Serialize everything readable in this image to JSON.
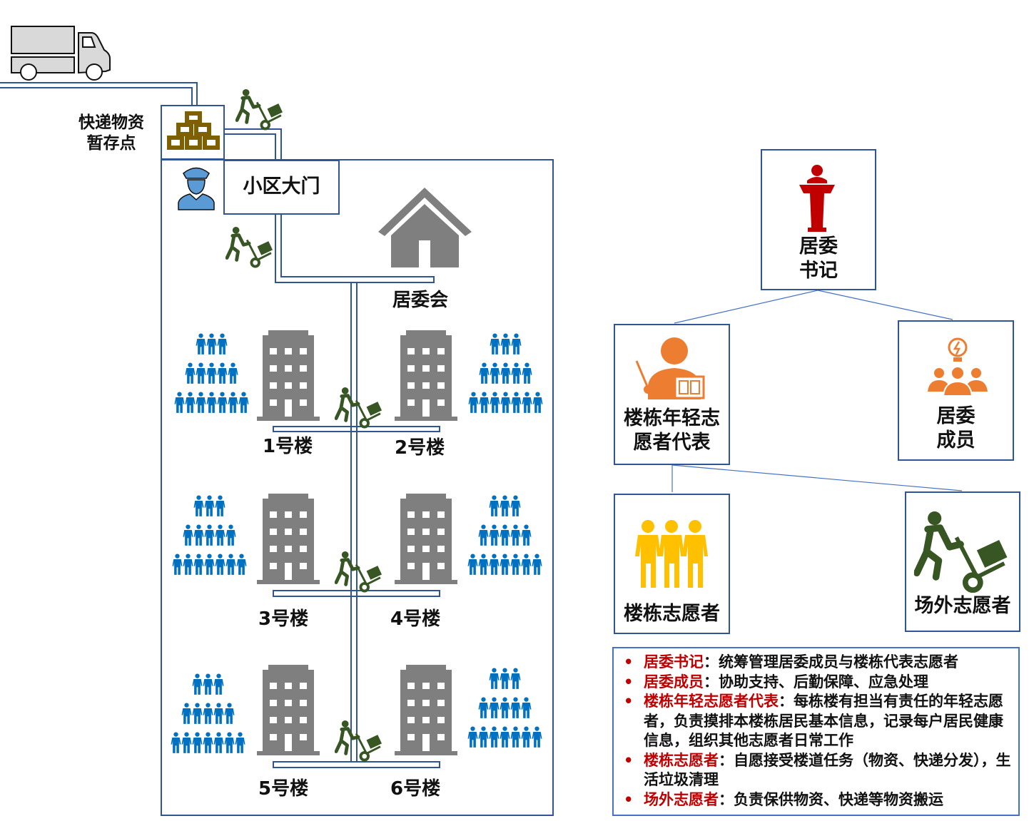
{
  "storage_label": [
    "快递物资",
    "暂存点"
  ],
  "gate_label": "小区大门",
  "committee_label": "居委会",
  "buildings": [
    "1号楼",
    "2号楼",
    "3号楼",
    "4号楼",
    "5号楼",
    "6号楼"
  ],
  "roles": {
    "secretary": [
      "居委",
      "书记"
    ],
    "members": [
      "居委",
      "成员"
    ],
    "youth_rep": [
      "楼栋年轻志",
      "愿者代表"
    ],
    "building_volunteers": "楼栋志愿者",
    "outside_volunteers": "场外志愿者"
  },
  "legend": [
    {
      "key": "居委书记",
      "sep": "：",
      "text": "统筹管理居委成员与楼栋代表志愿者"
    },
    {
      "key": "居委成员",
      "sep": "：",
      "text": "协助支持、后勤保障、应急处理"
    },
    {
      "key": "楼栋年轻志愿者代表",
      "sep": "：",
      "text": "每栋楼有担当有责任的年轻志愿者，负责摸排本楼栋居民基本信息，记录每户居民健康信息，组织其他志愿者日常工作"
    },
    {
      "key": "楼栋志愿者",
      "sep": "：",
      "text": "自愿接受楼道任务（物资、快递分发），生活垃圾清理"
    },
    {
      "key": "场外志愿者",
      "sep": "：",
      "text": "负责保供物资、快递等物资搬运"
    }
  ],
  "colors": {
    "line": "#2F5597",
    "accent_red": "#C00000",
    "people_blue": "#0070C0",
    "carrier_green": "#375623",
    "building_gray": "#7F7F7F",
    "gold": "#7F6000",
    "orange": "#ED7D31",
    "yellow": "#FFC000"
  }
}
